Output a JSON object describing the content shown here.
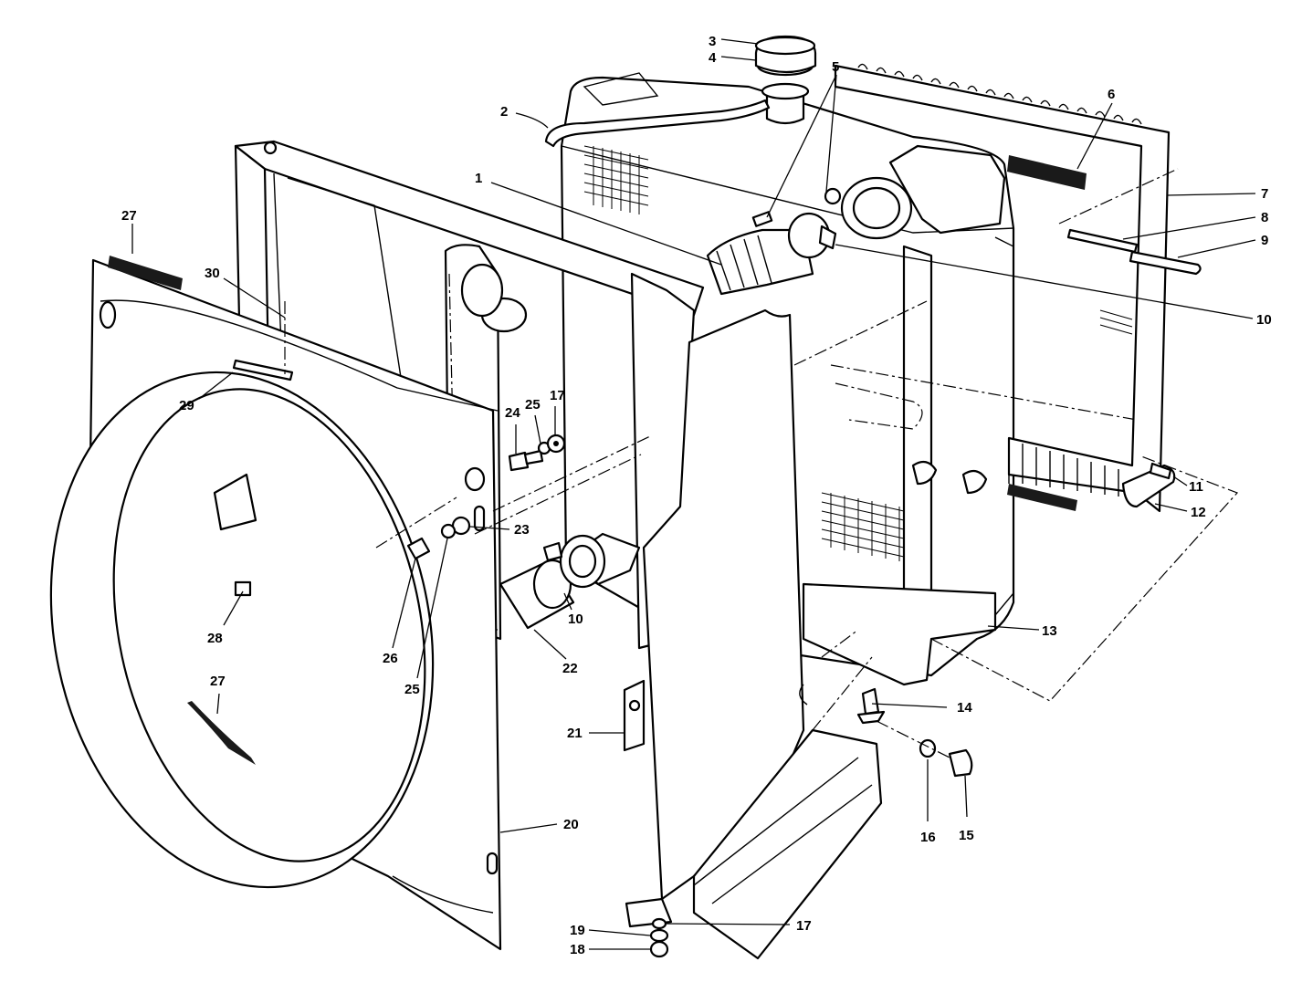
{
  "callouts": [
    {
      "id": "c1",
      "label": "1"
    },
    {
      "id": "c2",
      "label": "2"
    },
    {
      "id": "c3",
      "label": "3"
    },
    {
      "id": "c4",
      "label": "4"
    },
    {
      "id": "c5",
      "label": "5"
    },
    {
      "id": "c6",
      "label": "6"
    },
    {
      "id": "c7",
      "label": "7"
    },
    {
      "id": "c8",
      "label": "8"
    },
    {
      "id": "c9",
      "label": "9"
    },
    {
      "id": "c10a",
      "label": "10"
    },
    {
      "id": "c10b",
      "label": "10"
    },
    {
      "id": "c11",
      "label": "11"
    },
    {
      "id": "c12",
      "label": "12"
    },
    {
      "id": "c13",
      "label": "13"
    },
    {
      "id": "c14",
      "label": "14"
    },
    {
      "id": "c15",
      "label": "15"
    },
    {
      "id": "c16",
      "label": "16"
    },
    {
      "id": "c17a",
      "label": "17"
    },
    {
      "id": "c17b",
      "label": "17"
    },
    {
      "id": "c18",
      "label": "18"
    },
    {
      "id": "c19",
      "label": "19"
    },
    {
      "id": "c20",
      "label": "20"
    },
    {
      "id": "c21",
      "label": "21"
    },
    {
      "id": "c22",
      "label": "22"
    },
    {
      "id": "c23",
      "label": "23"
    },
    {
      "id": "c24",
      "label": "24"
    },
    {
      "id": "c25a",
      "label": "25"
    },
    {
      "id": "c25b",
      "label": "25"
    },
    {
      "id": "c26",
      "label": "26"
    },
    {
      "id": "c27a",
      "label": "27"
    },
    {
      "id": "c27b",
      "label": "27"
    },
    {
      "id": "c28",
      "label": "28"
    },
    {
      "id": "c29",
      "label": "29"
    },
    {
      "id": "c30",
      "label": "30"
    }
  ]
}
